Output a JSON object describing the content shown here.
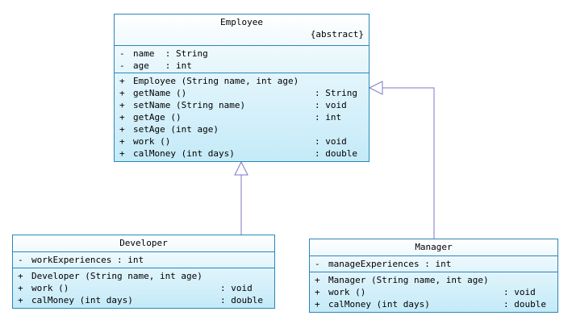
{
  "classes": {
    "employee": {
      "name": "Employee",
      "stereotype": "{abstract}",
      "attributes": [
        {
          "vis": "-",
          "sig": "name  : String",
          "type": ""
        },
        {
          "vis": "-",
          "sig": "age   : int",
          "type": ""
        }
      ],
      "operations": [
        {
          "vis": "+",
          "sig": "Employee (String name, int age)",
          "type": ""
        },
        {
          "vis": "+",
          "sig": "getName ()",
          "type": ": String"
        },
        {
          "vis": "+",
          "sig": "setName (String name)",
          "type": ": void"
        },
        {
          "vis": "+",
          "sig": "getAge ()",
          "type": ": int"
        },
        {
          "vis": "+",
          "sig": "setAge (int age)",
          "type": ""
        },
        {
          "vis": "+",
          "sig": "work ()",
          "type": ": void"
        },
        {
          "vis": "+",
          "sig": "calMoney (int days)",
          "type": ": double"
        }
      ]
    },
    "developer": {
      "name": "Developer",
      "attributes": [
        {
          "vis": "-",
          "sig": "workExperiences : int",
          "type": ""
        }
      ],
      "operations": [
        {
          "vis": "+",
          "sig": "Developer (String name, int age)",
          "type": ""
        },
        {
          "vis": "+",
          "sig": "work ()",
          "type": ": void"
        },
        {
          "vis": "+",
          "sig": "calMoney (int days)",
          "type": ": double"
        }
      ]
    },
    "manager": {
      "name": "Manager",
      "attributes": [
        {
          "vis": "-",
          "sig": "manageExperiences : int",
          "type": ""
        }
      ],
      "operations": [
        {
          "vis": "+",
          "sig": "Manager (String name, int age)",
          "type": ""
        },
        {
          "vis": "+",
          "sig": "work ()",
          "type": ": void"
        },
        {
          "vis": "+",
          "sig": "calMoney (int days)",
          "type": ": double"
        }
      ]
    }
  },
  "colors": {
    "border": "#2a86b8",
    "fill_light": "#ffffff",
    "fill_dark": "#c4eaf8",
    "connector": "#7b78c8"
  }
}
